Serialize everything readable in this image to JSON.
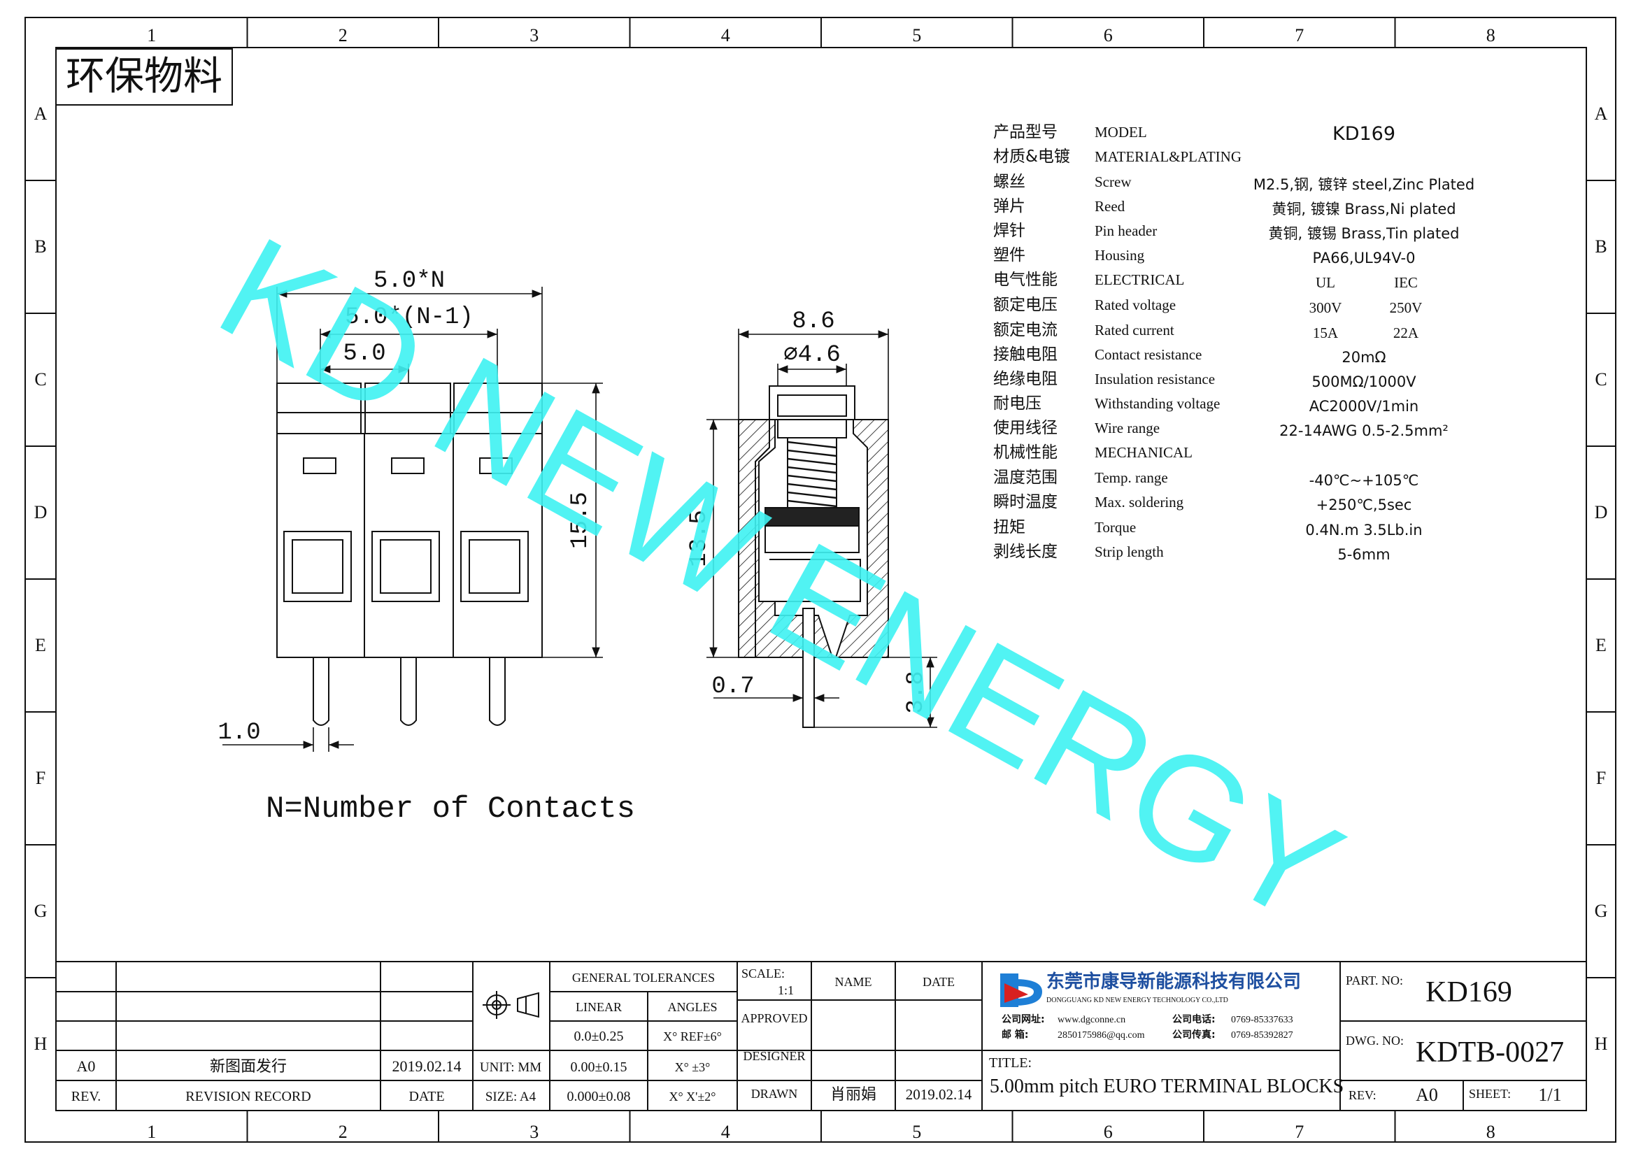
{
  "frame": {
    "columns": [
      "1",
      "2",
      "3",
      "4",
      "5",
      "6",
      "7",
      "8"
    ],
    "rows": [
      "A",
      "B",
      "C",
      "D",
      "E",
      "F",
      "G",
      "H"
    ]
  },
  "badge": "环保物料",
  "watermark": "KD NEW ENERGY",
  "watermark_color": "#3ff2f2",
  "front_view": {
    "dim_total": "5.0*N",
    "dim_n1": "5.0*(N-1)",
    "dim_pitch": "5.0",
    "dim_height": "15.5",
    "dim_pin": "1.0",
    "note": "N=Number of Contacts"
  },
  "side_view": {
    "dim_width": "8.6",
    "dim_diameter": "⌀4.6",
    "dim_height": "13.5",
    "dim_pin": "0.7",
    "dim_pin_len": "3.8"
  },
  "specs": [
    {
      "cn": "产品型号",
      "en": "MODEL",
      "v1": "KD169",
      "v2": ""
    },
    {
      "cn": "材质&电镀",
      "en": "MATERIAL&PLATING",
      "v1": "",
      "v2": ""
    },
    {
      "cn": "螺丝",
      "en": "Screw",
      "v1": "M2.5,钢, 镀锌 steel,Zinc Plated",
      "v2": ""
    },
    {
      "cn": "弹片",
      "en": "Reed",
      "v1": "黄铜, 镀镍 Brass,Ni plated",
      "v2": ""
    },
    {
      "cn": "焊针",
      "en": "Pin header",
      "v1": "黄铜, 镀锡 Brass,Tin plated",
      "v2": ""
    },
    {
      "cn": "塑件",
      "en": "Housing",
      "v1": "PA66,UL94V-0",
      "v2": ""
    },
    {
      "cn": "电气性能",
      "en": "ELECTRICAL",
      "v1": "UL",
      "v2": "IEC"
    },
    {
      "cn": "额定电压",
      "en": "Rated voltage",
      "v1": "300V",
      "v2": "250V"
    },
    {
      "cn": "额定电流",
      "en": "Rated current",
      "v1": "15A",
      "v2": "22A"
    },
    {
      "cn": "接触电阻",
      "en": "Contact resistance",
      "v1": "20mΩ",
      "v2": ""
    },
    {
      "cn": "绝缘电阻",
      "en": "Insulation resistance",
      "v1": "500MΩ/1000V",
      "v2": ""
    },
    {
      "cn": "耐电压",
      "en": "Withstanding voltage",
      "v1": "AC2000V/1min",
      "v2": ""
    },
    {
      "cn": "使用线径",
      "en": "Wire range",
      "v1": "22-14AWG 0.5-2.5mm²",
      "v2": ""
    },
    {
      "cn": "机械性能",
      "en": "MECHANICAL",
      "v1": "",
      "v2": ""
    },
    {
      "cn": "温度范围",
      "en": "Temp. range",
      "v1": "-40℃~+105℃",
      "v2": ""
    },
    {
      "cn": "瞬时温度",
      "en": "Max. soldering",
      "v1": "+250℃,5sec",
      "v2": ""
    },
    {
      "cn": "扭矩",
      "en": "Torque",
      "v1": "0.4N.m  3.5Lb.in",
      "v2": ""
    },
    {
      "cn": "剥线长度",
      "en": "Strip length",
      "v1": "5-6mm",
      "v2": ""
    }
  ],
  "title_block": {
    "rev_label": "REV.",
    "rev_record_label": "REVISION RECORD",
    "date_label": "DATE",
    "rev_value": "A0",
    "rev_record_value": "新图面发行",
    "rev_date_value": "2019.02.14",
    "unit_label": "UNIT: MM",
    "size_label": "SIZE: A4",
    "general_tol": "GENERAL TOLERANCES",
    "linear": "LINEAR",
    "angles": "ANGLES",
    "lin1": "0.0±0.25",
    "lin2": "0.00±0.15",
    "lin3": "0.000±0.08",
    "ang1": "X° REF±6°",
    "ang2": "X° ±3°",
    "ang3": "X° X'±2°",
    "scale_label": "SCALE:",
    "scale_value": "1:1",
    "approved": "APPROVED",
    "designer": "DESIGNER",
    "drawn": "DRAWN",
    "name": "NAME",
    "date": "DATE",
    "drawn_name": "肖丽娟",
    "drawn_date": "2019.02.14",
    "company_cn": "东莞市康导新能源科技有限公司",
    "company_en": "DONGGUANG KD NEW ENERGY TECHNOLOGY CO.,LTD",
    "web_label": "公司网址:",
    "web": "www.dgconne.cn",
    "tel_label": "公司电话:",
    "tel": "0769-85337633",
    "mail_label": "邮    箱:",
    "mail": "2850175986@qq.com",
    "fax_label": "公司传真:",
    "fax": "0769-85392827",
    "title_label": "TITLE:",
    "title": "5.00mm pitch EURO TERMINAL BLOCKS",
    "part_label": "PART. NO:",
    "part": "KD169",
    "dwg_label": "DWG. NO:",
    "dwg": "KDTB-0027",
    "rev2_label": "REV:",
    "rev2": "A0",
    "sheet_label": "SHEET:",
    "sheet": "1/1"
  },
  "colors": {
    "line": "#111111",
    "logo_blue": "#1e7fd6",
    "logo_red": "#d82020"
  }
}
